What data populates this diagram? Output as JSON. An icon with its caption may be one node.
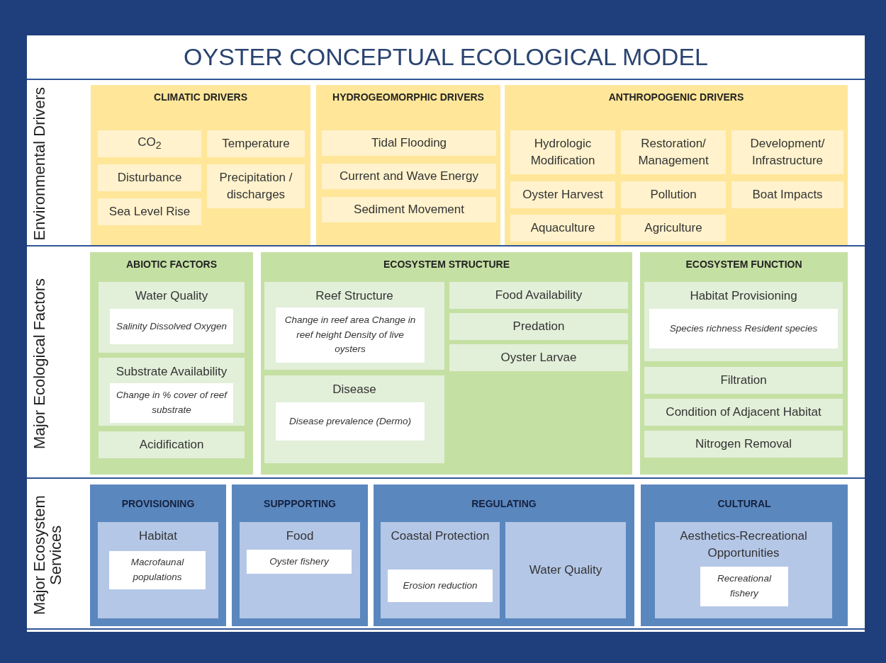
{
  "diagram": {
    "title": "OYSTER CONCEPTUAL ECOLOGICAL MODEL",
    "nodes": [
      {
        "text": [
          "Environmental Drivers"
        ]
      },
      {
        "text": [
          "CLIMATIC DRIVERS"
        ],
        "in": 0
      },
      {
        "text": [
          "CO$_{2}$"
        ],
        "in": 1
      },
      {
        "text": [
          "Temperature"
        ],
        "in": 1
      },
      {
        "text": [
          "Disturbance"
        ],
        "in": 1
      },
      {
        "text": [
          "Precipitation / discharges"
        ],
        "in": 1
      },
      {
        "text": [
          "Sea Level Rise"
        ],
        "in": 1
      },
      {
        "text": [
          "HYDROGEOMORPHIC DRIVERS"
        ],
        "in": 0
      },
      {
        "text": [
          "Tidal Flooding"
        ],
        "in": 7
      },
      {
        "text": [
          "Current and Wave Energy"
        ],
        "in": 7
      },
      {
        "text": [
          "Sediment Movement"
        ],
        "in": 7
      },
      {
        "text": [
          "ANTHROPOGENIC DRIVERS"
        ],
        "in": 0
      },
      {
        "text": [
          "Hydrologic Modification"
        ],
        "in": 11
      },
      {
        "text": [
          "Restoration/ Management"
        ],
        "in": 11
      },
      {
        "text": [
          "Development/ Infrastructure"
        ],
        "in": 11
      },
      {
        "text": [
          "Oyster Harvest"
        ],
        "in": 11
      },
      {
        "text": [
          "Pollution"
        ],
        "in": 11
      },
      {
        "text": [
          "Boat Impacts"
        ],
        "in": 11
      },
      {
        "text": [
          "Aquaculture"
        ],
        "in": 11
      },
      {
        "text": [
          "Agriculture"
        ],
        "in": 11
      },
      {
        "text": [
          "Major Ecological Factors"
        ]
      },
      {
        "text": [
          "ABIOTIC FACTORS"
        ],
        "in": 20
      },
      {
        "text": [
          "Water Quality"
        ],
        "in": 21
      },
      {
        "text": [
          "Salinity Dissolved Oxygen"
        ],
        "in": 22
      },
      {
        "text": [
          "Substrate Availability"
        ],
        "in": 21
      },
      {
        "text": [
          "Change in % cover of reef substrate"
        ],
        "in": 24
      },
      {
        "text": [
          "Acidification"
        ],
        "in": 21
      },
      {
        "text": [
          "ECOSYSTEM STRUCTURE"
        ],
        "in": 20
      },
      {
        "text": [
          "Reef Structure"
        ],
        "in": 27
      },
      {
        "text": [
          "Change in reef area Change in reef height Density of live oysters"
        ],
        "in": 28
      },
      {
        "text": [
          "Disease"
        ],
        "in": 27
      },
      {
        "text": [
          "Disease prevalence (Dermo)"
        ],
        "in": 30
      },
      {
        "text": [
          "Food Availability"
        ],
        "in": 27
      },
      {
        "text": [
          "Predation"
        ],
        "in": 27
      },
      {
        "text": [
          "Oyster Larvae"
        ],
        "in": 27
      },
      {
        "text": [
          "ECOSYSTEM FUNCTION"
        ],
        "in": 20
      },
      {
        "text": [
          "Habitat Provisioning"
        ],
        "in": 35
      },
      {
        "text": [
          "Species richness Resident species"
        ],
        "in": 36
      },
      {
        "text": [
          "Filtration"
        ],
        "in": 35
      },
      {
        "text": [
          "Condition of Adjacent Habitat"
        ],
        "in": 35
      },
      {
        "text": [
          "Nitrogen Removal"
        ],
        "in": 35
      },
      {
        "text": [
          "Major Ecosystem Services"
        ]
      },
      {
        "text": [
          "PROVISIONING"
        ],
        "in": 41
      },
      {
        "text": [
          "Habitat"
        ],
        "in": 42
      },
      {
        "text": [
          "Macrofaunal populations"
        ],
        "in": 43
      },
      {
        "text": [
          "SUPPPORTING"
        ],
        "in": 41
      },
      {
        "text": [
          "Food"
        ],
        "in": 45
      },
      {
        "text": [
          "Oyster fishery"
        ],
        "in": 46
      },
      {
        "text": [
          "REGULATING"
        ],
        "in": 41
      },
      {
        "text": [
          "Coastal Protection"
        ],
        "in": 48
      },
      {
        "text": [
          "Erosion reduction"
        ],
        "in": 49
      },
      {
        "text": [
          "Water Quality"
        ],
        "in": 48
      },
      {
        "text": [
          "CULTURAL"
        ],
        "in": 41
      },
      {
        "text": [
          "Aesthetics-Recreational Opportunities"
        ],
        "in": 52
      },
      {
        "text": [
          "Recreational fishery"
        ],
        "in": 53
      }
    ]
  }
}
